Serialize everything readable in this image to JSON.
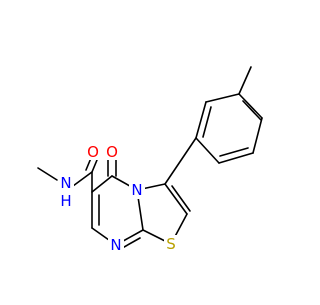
{
  "molecule": {
    "atoms": {
      "carbonyl_o": {
        "label": "O",
        "color": "#ff0000"
      },
      "amide_o": {
        "label": "O",
        "color": "#ff0000"
      },
      "amide_n": {
        "label": "N",
        "color": "#0000ff"
      },
      "amide_h": {
        "label": "H",
        "color": "#0000ff"
      },
      "ring_n_fused": {
        "label": "N",
        "color": "#0000ff"
      },
      "ring_n_pyrimidine": {
        "label": "N",
        "color": "#0000ff"
      },
      "sulfur": {
        "label": "S",
        "color": "#b8a000"
      }
    }
  }
}
